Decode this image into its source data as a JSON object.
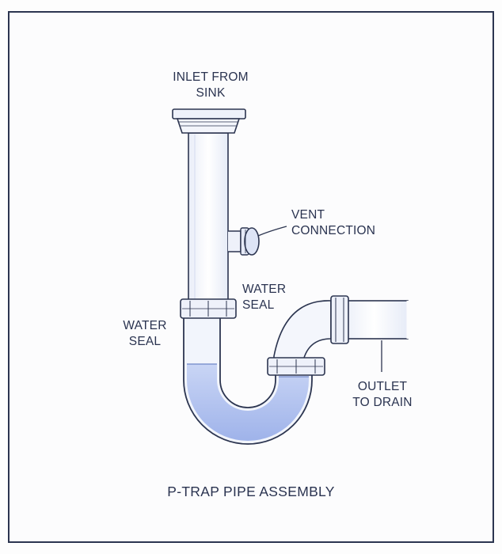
{
  "labels": {
    "inlet": [
      "INLET FROM",
      "SINK"
    ],
    "vent": [
      "VENT",
      "CONNECTION"
    ],
    "water_seal_right": [
      "WATER",
      "SEAL"
    ],
    "water_seal_left": [
      "WATER",
      "SEAL"
    ],
    "outlet": [
      "OUTLET",
      "TO DRAIN"
    ]
  },
  "title": "P-TRAP PIPE ASSEMBLY",
  "colors": {
    "line": "#2c3550",
    "water": "#bccbf2",
    "water_dark": "#a6b8ec",
    "pipe": "#f7f8fc"
  }
}
